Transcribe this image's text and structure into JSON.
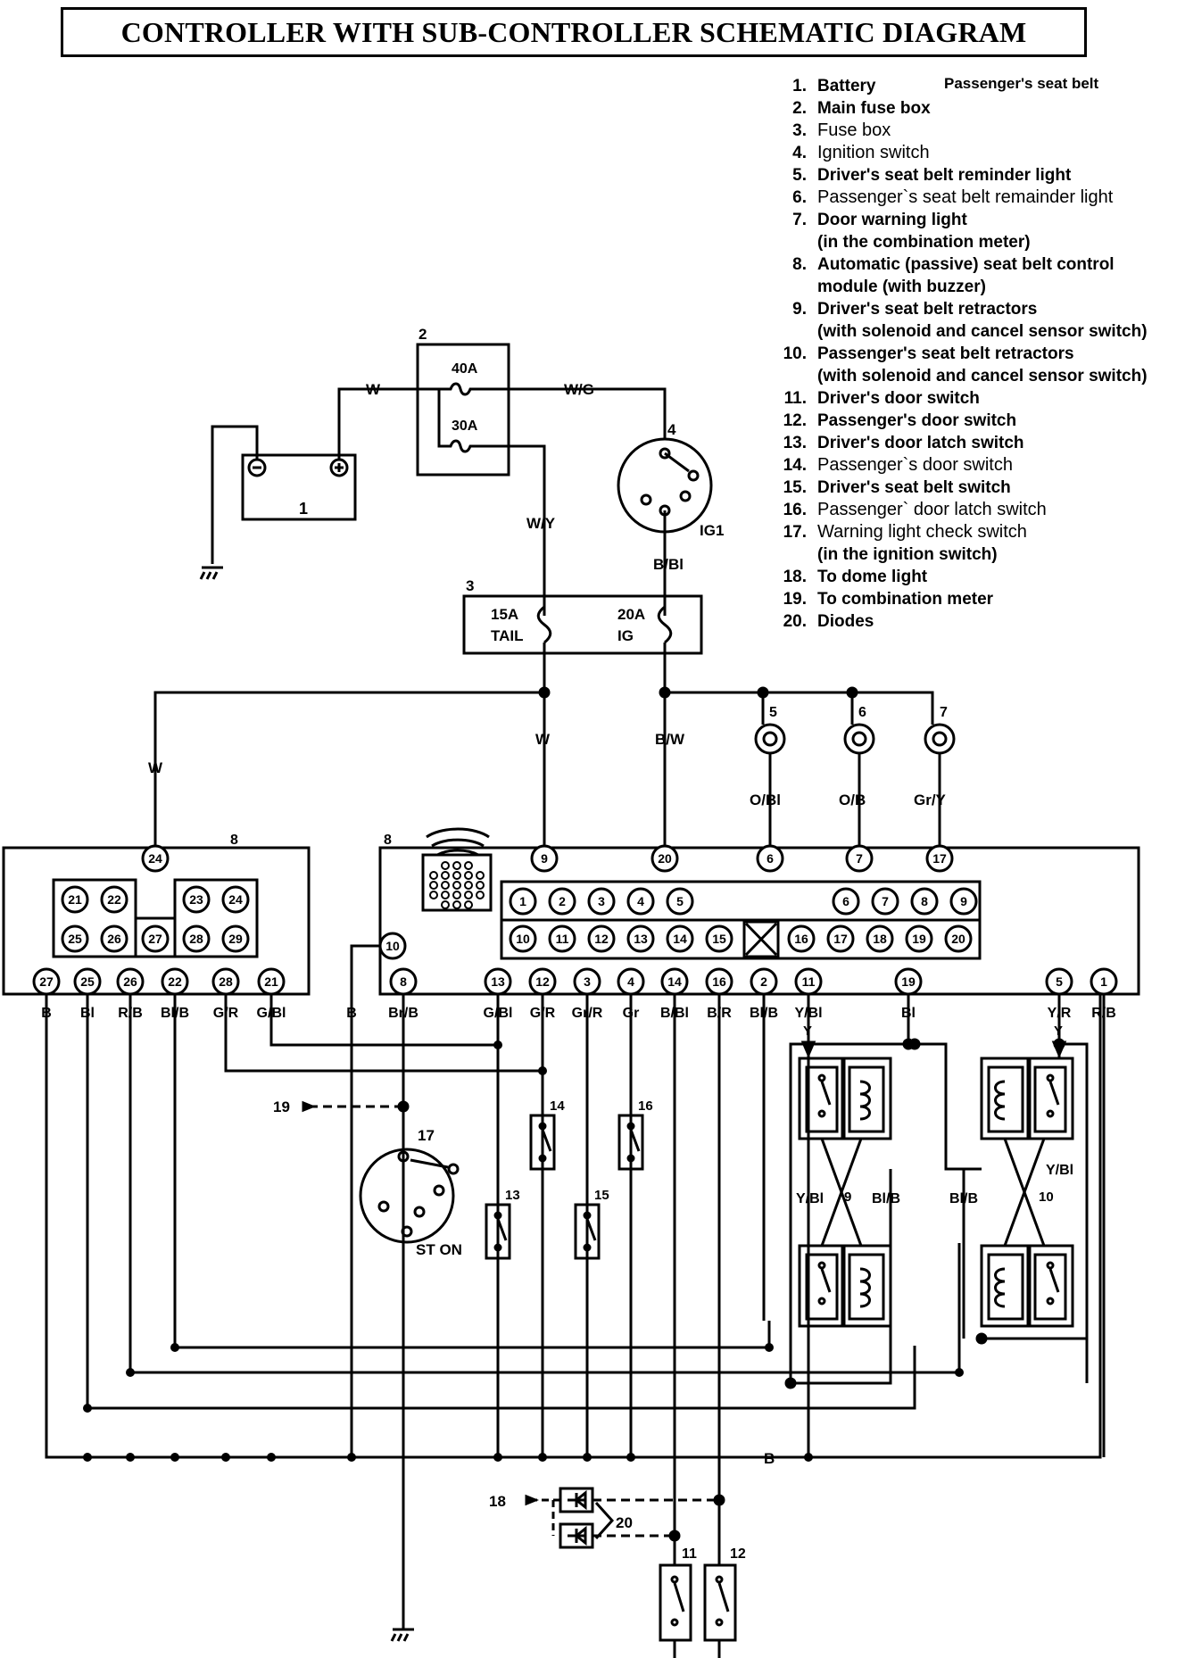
{
  "title": "CONTROLLER WITH SUB-CONTROLLER SCHEMATIC DIAGRAM",
  "legend_extra": "Passenger's seat belt",
  "legend": [
    {
      "num": "1.",
      "text": "Battery",
      "style": "bold"
    },
    {
      "num": "2.",
      "text": "Main fuse box",
      "style": "bold"
    },
    {
      "num": "3.",
      "text": "Fuse box",
      "style": "plain"
    },
    {
      "num": "4.",
      "text": "Ignition switch",
      "style": "plain"
    },
    {
      "num": "5.",
      "text": "Driver's seat belt reminder light",
      "style": "bold"
    },
    {
      "num": "6.",
      "text": "Passenger`s seat belt remainder light",
      "style": "plain"
    },
    {
      "num": "7.",
      "text": "Door warning light",
      "style": "bold"
    },
    {
      "num": "",
      "text": "(in the combination meter)",
      "style": "bold"
    },
    {
      "num": "8.",
      "text": "Automatic (passive) seat belt control",
      "style": "bold"
    },
    {
      "num": "",
      "text": "module (with buzzer)",
      "style": "bold"
    },
    {
      "num": "9.",
      "text": "Driver's seat belt retractors",
      "style": "bold"
    },
    {
      "num": "",
      "text": "(with solenoid and cancel sensor switch)",
      "style": "bold"
    },
    {
      "num": "10.",
      "text": "Passenger's seat belt retractors",
      "style": "bold"
    },
    {
      "num": "",
      "text": "(with solenoid and cancel sensor switch)",
      "style": "bold"
    },
    {
      "num": "11.",
      "text": "Driver's door switch",
      "style": "bold"
    },
    {
      "num": "12.",
      "text": "Passenger's door switch",
      "style": "bold"
    },
    {
      "num": "13.",
      "text": "Driver's door latch switch",
      "style": "bold"
    },
    {
      "num": "14.",
      "text": "Passenger`s door switch",
      "style": "plain"
    },
    {
      "num": "15.",
      "text": "Driver's seat belt switch",
      "style": "bold"
    },
    {
      "num": "16.",
      "text": "Passenger` door latch switch",
      "style": "plain"
    },
    {
      "num": "17.",
      "text": "Warning light check switch",
      "style": "plain"
    },
    {
      "num": "",
      "text": "(in the ignition switch)",
      "style": "bold"
    },
    {
      "num": "18.",
      "text": "To dome light",
      "style": "bold"
    },
    {
      "num": "19.",
      "text": "To combination meter",
      "style": "bold"
    },
    {
      "num": "20.",
      "text": "Diodes",
      "style": "bold"
    }
  ],
  "component_numbers": {
    "battery": "1",
    "main_fuse_box": "2",
    "fuse_box": "3",
    "ignition_switch": "4",
    "light5": "5",
    "light6": "6",
    "light7": "7",
    "sub_controller": "8",
    "controller": "8",
    "retractor9": "9",
    "retractor10": "10",
    "sw11": "11",
    "sw12": "12",
    "sw13": "13",
    "sw14": "14",
    "sw15": "15",
    "sw16": "16",
    "sw17": "17",
    "to_dome": "18",
    "to_meter": "19",
    "diodes": "20"
  },
  "fuses": {
    "main_40": "40A",
    "main_30": "30A",
    "tail_amp": "15A",
    "tail_name": "TAIL",
    "ig_amp": "20A",
    "ig_name": "IG"
  },
  "ignition_terminal": "IG1",
  "switch17_label": "ST ON",
  "wire_colors": {
    "battery_to_fuse": "W",
    "fuse_to_ign": "W/G",
    "main_to_fusebox": "W/Y",
    "ign_to_fusebox": "B/Bl",
    "tail_out": "W",
    "sub_feed": "W",
    "ig_out": "B/W",
    "light5": "O/Bl",
    "light6": "O/B",
    "light7": "Gr/Y",
    "ground_bus": "B",
    "retractor9_left": "Y/Bl",
    "retractor9_right": "Bl/B",
    "retractor10_left": "Bl/B",
    "retractor10_right": "Y/Bl",
    "y_left": "Y",
    "y_right": "Y"
  },
  "sub_controller_pins": {
    "top_feed": "24",
    "grid_row1": [
      "21",
      "22",
      "23",
      "24"
    ],
    "grid_row2": [
      "25",
      "26",
      "27",
      "28",
      "29"
    ],
    "bottom": [
      "27",
      "25",
      "26",
      "22",
      "28",
      "21"
    ],
    "bottom_wires": [
      "B",
      "Bl",
      "R/B",
      "Bl/B",
      "G/R",
      "G/Bl"
    ]
  },
  "controller_pins": {
    "top": [
      "9",
      "20",
      "6",
      "7",
      "17"
    ],
    "row1": [
      "1",
      "2",
      "3",
      "4",
      "5",
      "6",
      "7",
      "8",
      "9"
    ],
    "row2": [
      "10",
      "11",
      "12",
      "13",
      "14",
      "15",
      "16",
      "17",
      "18",
      "19",
      "20"
    ],
    "side": "10",
    "bottom": [
      "8",
      "13",
      "12",
      "3",
      "4",
      "14",
      "16",
      "2",
      "11",
      "19",
      "5",
      "1"
    ],
    "bottom_wires": [
      "Br/B",
      "G/Bl",
      "G/R",
      "Gr/R",
      "Gr",
      "B/Bl",
      "B/R",
      "Bl/B",
      "Y/Bl",
      "Bl",
      "Y/R",
      "R/B"
    ],
    "side_wire": "B"
  }
}
